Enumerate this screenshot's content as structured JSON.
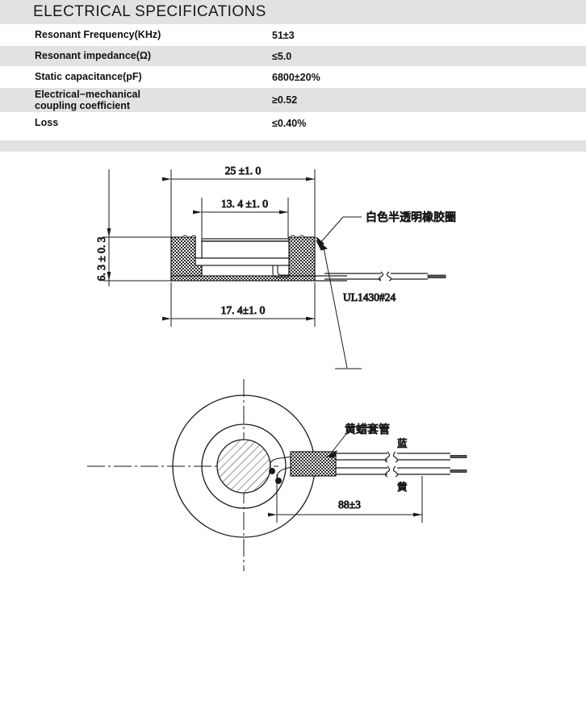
{
  "spec_table": {
    "title": "ELECTRICAL SPECIFICATIONS",
    "rows": [
      {
        "label": "Resonant Frequency(KHz)",
        "value": "51±3"
      },
      {
        "label": "Resonant  impedance(Ω)",
        "value": "≤5.0"
      },
      {
        "label": "Static  capacitance(pF)",
        "value": "6800±20%"
      },
      {
        "label": "Electrical−mechanical\ncoupling coefficient",
        "value": "≥0.52"
      },
      {
        "label": "Loss",
        "value": "≤0.40%"
      }
    ]
  },
  "cross_section": {
    "dim_width_outer": "25 ±1. 0",
    "dim_width_inner": "13. 4 ±1. 0",
    "dim_height": "6. 3 ± 0. 3",
    "dim_width_bottom": "17. 4±1. 0",
    "label_rubber_ring": "白色半透明橡胶圈",
    "label_wire": "UL1430#24"
  },
  "bottom_view": {
    "label_sleeve": "黄蜡套管",
    "label_wire_blue": "蓝",
    "label_wire_yellow": "黄",
    "dim_lead_length": "88±3"
  },
  "colors": {
    "header_band": "#e2e2e2",
    "row_alt": "#e2e2e2",
    "row_base": "#ffffff",
    "line": "#1a1a1a"
  }
}
